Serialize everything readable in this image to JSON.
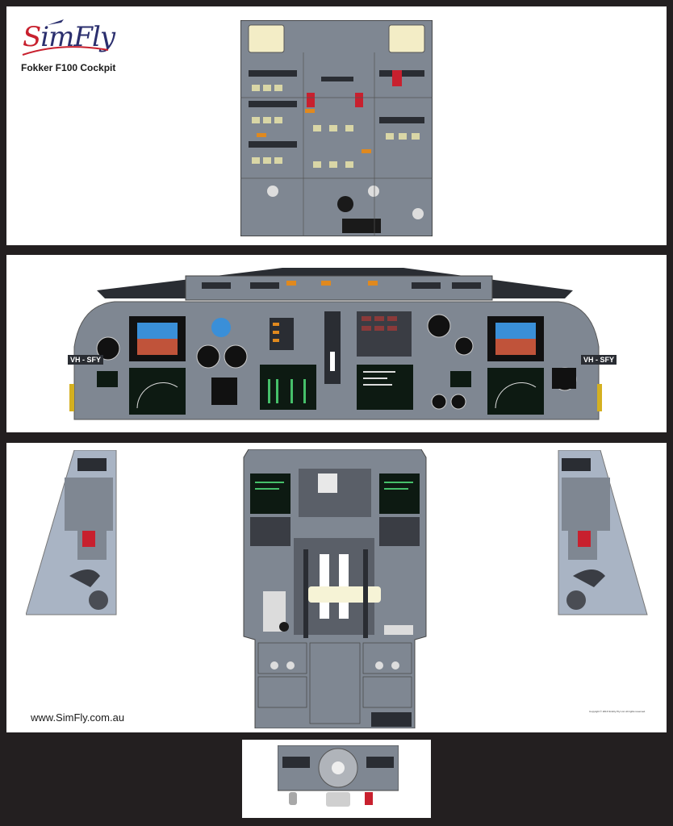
{
  "logo": {
    "prefix": "S",
    "word": "imFly"
  },
  "subtitle": "Fokker F100 Cockpit",
  "website": "www.SimFly.com.au",
  "registration": {
    "left": "VH - SFY",
    "right": "VH - SFY"
  },
  "copyright": "Copyright © 2016 SimFly Pty Ltd. All rights reserved.",
  "colors": {
    "panel": "#7f8792",
    "dark": "#2a2d33",
    "screen": "#0d1a12",
    "pfd_sky": "#3a8fd8",
    "pfd_ground": "#c0533a",
    "annunciator": "#e6e6a8",
    "warning": "#c8202e"
  }
}
